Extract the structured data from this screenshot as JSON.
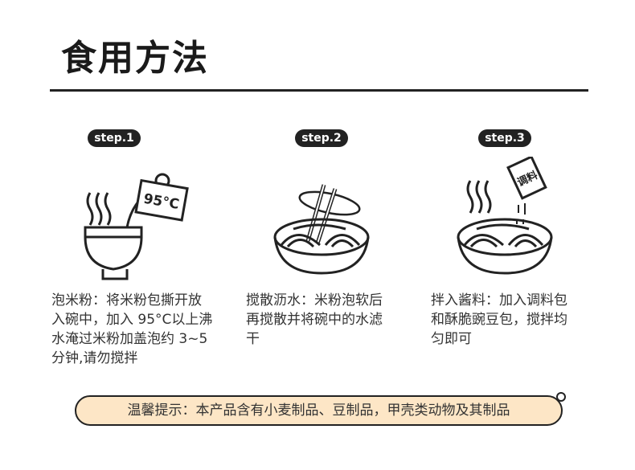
{
  "title": "食用方法",
  "steps": [
    {
      "label": "step.1",
      "icon": "pour-hot-water-icon",
      "temp_label": "95°C",
      "lines": [
        "泡米粉：将米粉包撕开放",
        "入碗中，加入 95°C以上沸",
        "水淹过米粉加盖泡约  3~5",
        "分钟,请勿搅拌"
      ]
    },
    {
      "label": "step.2",
      "icon": "stir-chopsticks-icon",
      "lines": [
        "搅散沥水：米粉泡软后",
        "再搅散并将碗中的水滤",
        "干"
      ]
    },
    {
      "label": "step.3",
      "icon": "add-seasoning-icon",
      "packet_label": "调料",
      "lines": [
        "拌入酱料：加入调料包",
        "和酥脆豌豆包，搅拌均",
        "匀即可"
      ]
    }
  ],
  "notice": "温馨提示：本产品含有小麦制品、豆制品，甲壳类动物及其制品",
  "colors": {
    "notice_bg": "#fde6c6",
    "ink": "#222222"
  }
}
